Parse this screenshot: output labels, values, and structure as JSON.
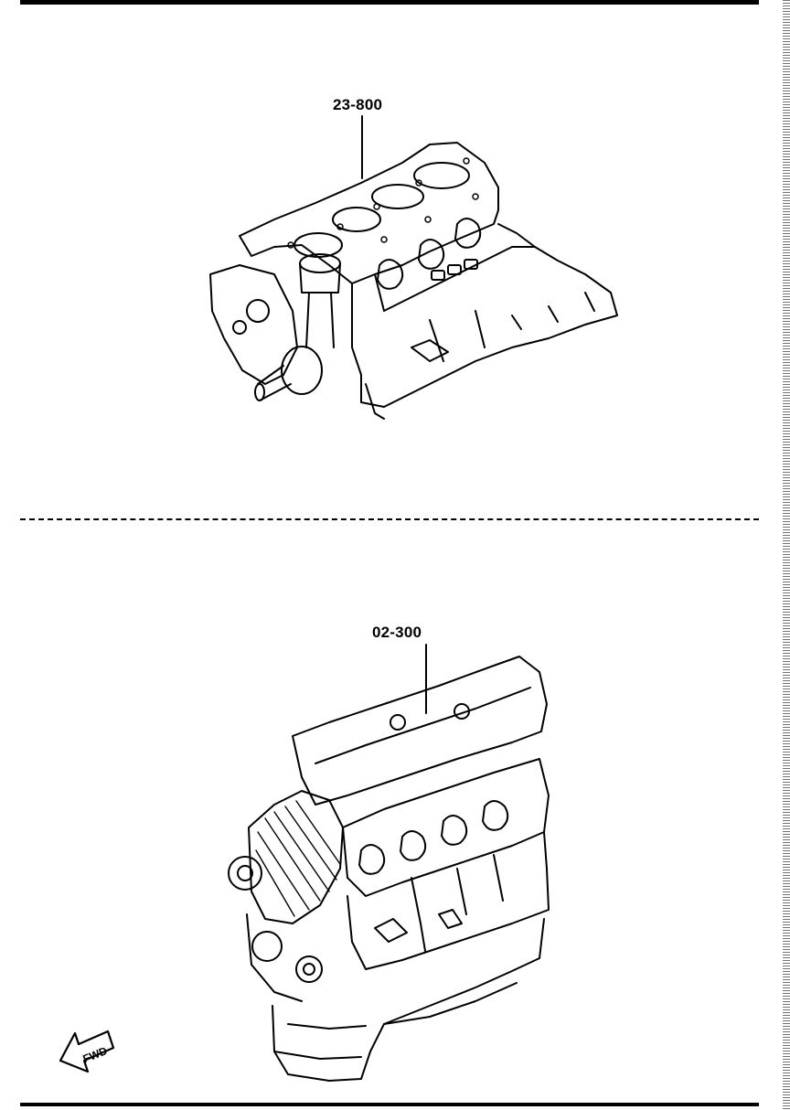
{
  "diagram": {
    "callouts": [
      {
        "id": "cylinder-block",
        "label": "23-800"
      },
      {
        "id": "engine-assembly",
        "label": "02-300"
      }
    ],
    "direction_indicator": {
      "label": "FWD",
      "icon": "forward-arrow-icon"
    }
  }
}
